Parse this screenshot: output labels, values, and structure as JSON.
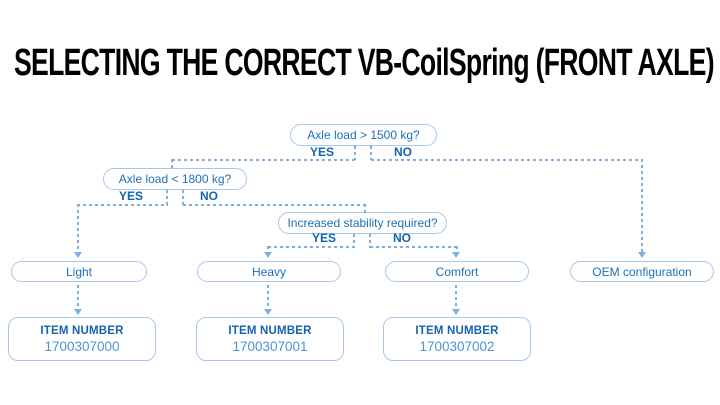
{
  "header": {
    "title": "SELECTING THE CORRECT VB-CoilSpring (FRONT AXLE)"
  },
  "flowchart": {
    "decisions": [
      {
        "label": "Axle load > 1500 kg?",
        "yes_label": "YES",
        "no_label": "NO"
      },
      {
        "label": "Axle load < 1800 kg?",
        "yes_label": "YES",
        "no_label": "NO"
      },
      {
        "label": "Increased stability required?",
        "yes_label": "YES",
        "no_label": "NO"
      }
    ],
    "outcomes": [
      {
        "label": "Light",
        "item_label": "ITEM NUMBER",
        "item_number": "1700307000"
      },
      {
        "label": "Heavy",
        "item_label": "ITEM NUMBER",
        "item_number": "1700307001"
      },
      {
        "label": "Comfort",
        "item_label": "ITEM NUMBER",
        "item_number": "1700307002"
      },
      {
        "label": "OEM configuration"
      }
    ],
    "colors": {
      "line": "#7fafdd",
      "border": "#a6c8ea",
      "text": "#1d71b8",
      "bold_text": "#1464ad",
      "number_text": "#4d94d6",
      "title_text": "#000000"
    }
  }
}
